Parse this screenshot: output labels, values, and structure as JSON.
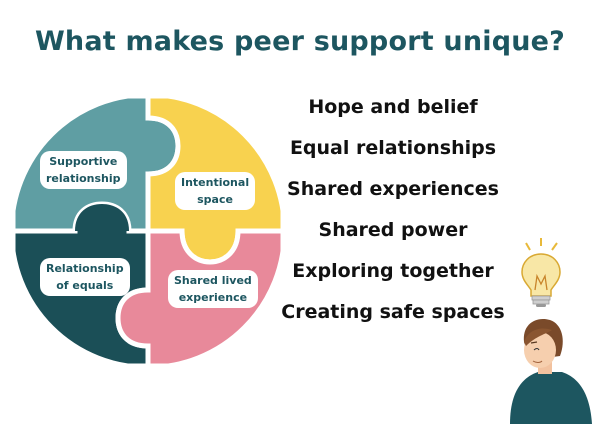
{
  "title": "What makes peer support unique?",
  "colors": {
    "title": "#1d5660",
    "teal_light": "#5f9ea3",
    "yellow": "#f8d24f",
    "teal_dark": "#1b4f57",
    "pink": "#e8899a"
  },
  "puzzle": {
    "pieces": [
      {
        "id": "top-left",
        "label_lines": [
          "Supportive",
          "relationship"
        ],
        "color": "#5f9ea3",
        "text_color": "#1d5660"
      },
      {
        "id": "top-right",
        "label_lines": [
          "Intentional",
          "space"
        ],
        "color": "#f8d24f",
        "text_color": "#1d5660"
      },
      {
        "id": "bottom-left",
        "label_lines": [
          "Relationship",
          "of equals"
        ],
        "color": "#1b4f57",
        "text_color": "#1d5660"
      },
      {
        "id": "bottom-right",
        "label_lines": [
          "Shared lived",
          "experience"
        ],
        "color": "#e8899a",
        "text_color": "#1d5660"
      }
    ]
  },
  "list": [
    "Hope and belief",
    "Equal relationships",
    "Shared experiences",
    "Shared power",
    "Exploring together",
    "Creating safe spaces"
  ],
  "illustration": {
    "icons": [
      "lightbulb-icon",
      "person-thinking-icon"
    ]
  }
}
